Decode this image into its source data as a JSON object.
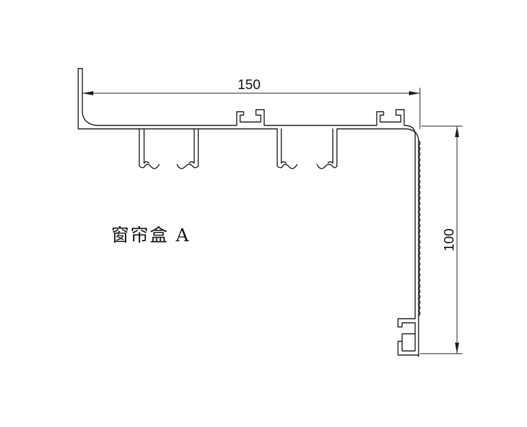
{
  "drawing": {
    "title": "窗帘盒 A",
    "dimensions": {
      "width_value": "150",
      "height_value": "100"
    }
  }
}
